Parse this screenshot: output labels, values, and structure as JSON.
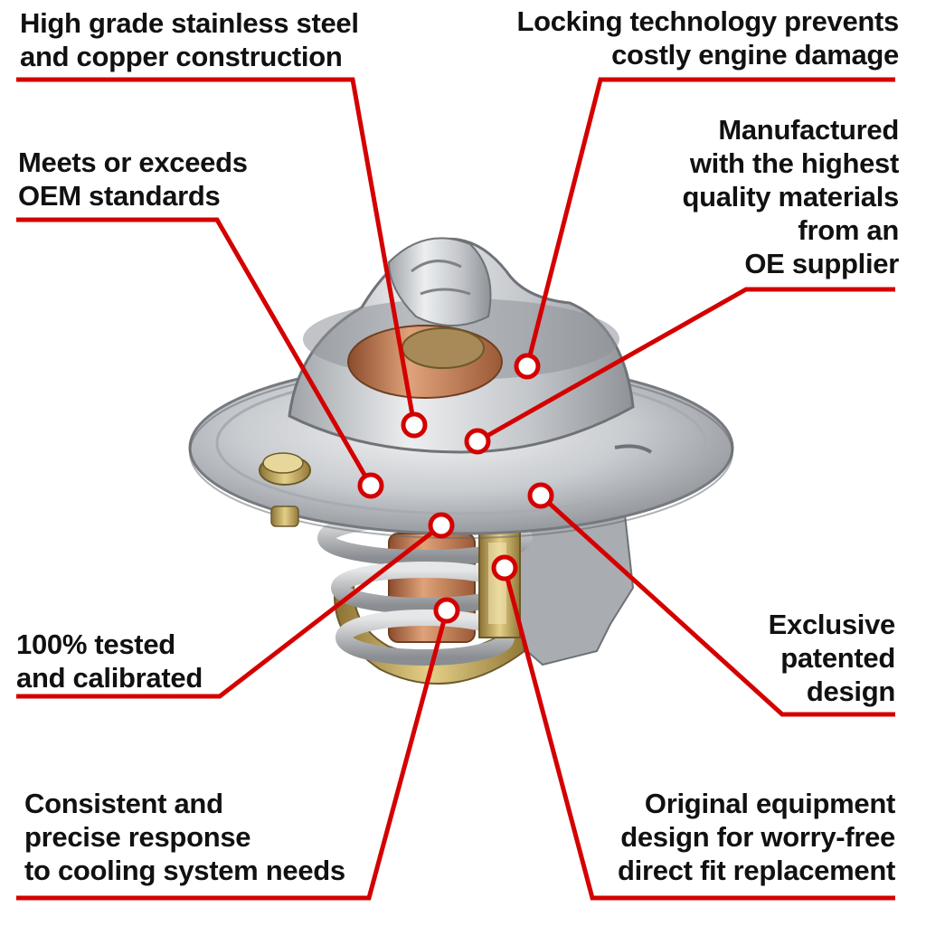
{
  "callouts": [
    {
      "id": "top-left",
      "lines": [
        "High grade stainless steel",
        "and copper construction"
      ]
    },
    {
      "id": "top-right",
      "lines": [
        "Locking technology prevents",
        "costly engine damage"
      ]
    },
    {
      "id": "mid-left",
      "lines": [
        "Meets or exceeds",
        "OEM standards"
      ]
    },
    {
      "id": "mid-right",
      "lines": [
        "Manufactured",
        "with the highest",
        "quality materials",
        "from an",
        "OE supplier"
      ]
    },
    {
      "id": "left-lower",
      "lines": [
        "100% tested",
        "and calibrated"
      ]
    },
    {
      "id": "right-lower",
      "lines": [
        "Exclusive",
        "patented",
        "design"
      ]
    },
    {
      "id": "bottom-left",
      "lines": [
        "Consistent and",
        "precise response",
        "to cooling system needs"
      ]
    },
    {
      "id": "bottom-right",
      "lines": [
        "Original equipment",
        "design for worry-free",
        "direct fit replacement"
      ]
    }
  ],
  "colors": {
    "accent": "#d40000",
    "text": "#111111",
    "steel": "#b9bdc2",
    "copper": "#c8875a",
    "brass": "#c9a84f"
  },
  "product": {
    "icon": "thermostat-illustration"
  }
}
